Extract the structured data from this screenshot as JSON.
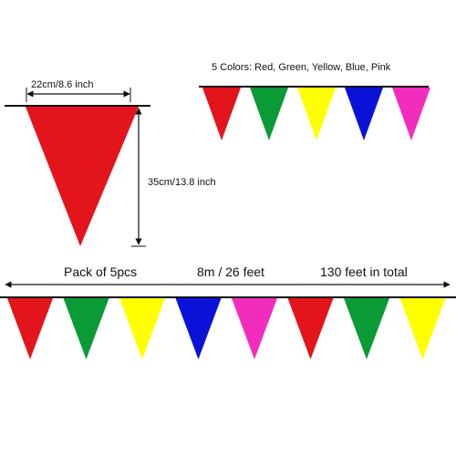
{
  "colors": {
    "red": "#e3141b",
    "green": "#0a9a36",
    "yellow": "#ffff00",
    "blue": "#0a12d8",
    "pink": "#f22dbd",
    "line": "#111111"
  },
  "single_flag": {
    "width_label": "22cm/8.6 inch",
    "height_label": "35cm/13.8 inch",
    "color": "red"
  },
  "top_row": {
    "label": "5 Colors: Red, Green, Yellow, Blue, Pink",
    "flags": [
      "red",
      "green",
      "yellow",
      "blue",
      "pink"
    ]
  },
  "bottom_row": {
    "pack_label": "Pack of 5pcs",
    "length_label": "8m / 26 feet",
    "total_label": "130 feet in total",
    "flags": [
      "red",
      "green",
      "yellow",
      "blue",
      "pink",
      "red",
      "green",
      "yellow"
    ]
  }
}
